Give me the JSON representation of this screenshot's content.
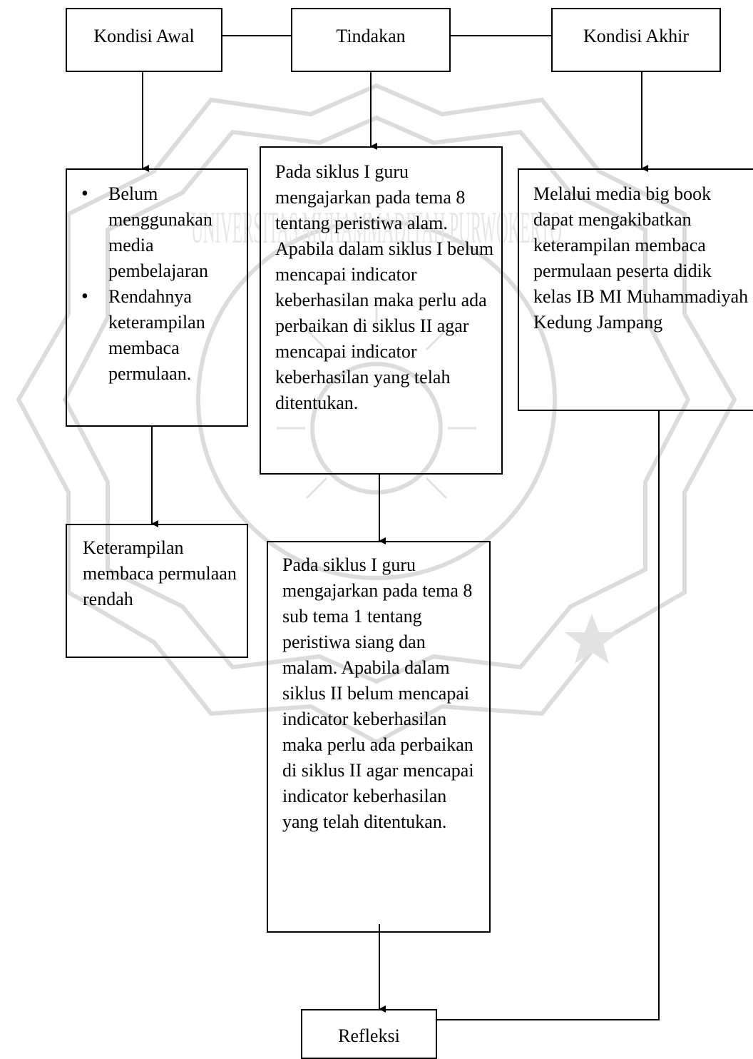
{
  "title": "",
  "colors": {
    "line": "#000000",
    "watermark": "#d9d9d9"
  },
  "header": {
    "kondisi_awal": "Kondisi Awal",
    "tindakan": "Tindakan",
    "kondisi_akhir": "Kondisi Akhir"
  },
  "awal": {
    "bullets": [
      "Belum menggunakan media pembelajaran",
      "Rendahnya keterampilan membaca permulaan."
    ],
    "result": "Keterampilan membaca permulaan rendah"
  },
  "tindakan": {
    "siklus1": "Pada siklus I guru mengajarkan pada tema 8 tentang peristiwa alam. Apabila dalam siklus I belum mencapai indicator keberhasilan maka perlu ada perbaikan di siklus II agar mencapai indicator keberhasilan yang telah ditentukan.",
    "siklus2": "Pada siklus I guru mengajarkan pada tema 8 sub tema 1 tentang peristiwa siang dan malam. Apabila dalam siklus II belum mencapai indicator keberhasilan maka perlu ada perbaikan di siklus II agar mencapai indicator keberhasilan yang telah ditentukan."
  },
  "akhir": {
    "text": "Melalui media big book dapat mengakibatkan keterampilan membaca permulaan peserta didik kelas IB MI Muhammadiyah Kedung Jampang"
  },
  "refleksi": "Refleksi",
  "watermark_text": "UNIVERSITAS MUHAMMADIYAH PURWOKERTO"
}
